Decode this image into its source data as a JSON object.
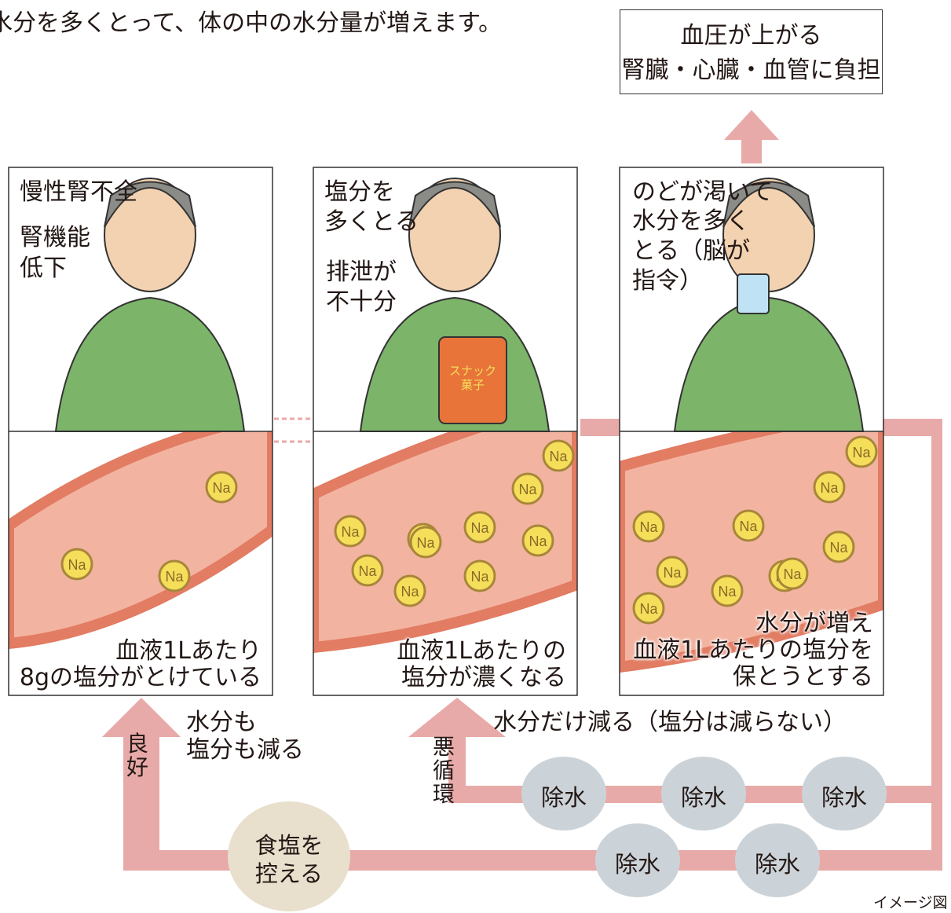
{
  "colors": {
    "flow_arrow": "#e8aaa8",
    "vessel_wall": "#e27c63",
    "blood": "#f2b4a0",
    "sodium_fill": "#f5de5a",
    "sodium_stroke": "#a8863a",
    "water_circle": "#ccd3d8",
    "salt_circle": "#e8dfcc",
    "shirt": "#7cb46a",
    "skin": "#f3d2b1",
    "hair": "#8b8b87"
  },
  "header": {
    "intro_text": "水分を多くとって、体の中の水分量が増えます。",
    "outcome_line1": "血圧が上がる",
    "outcome_line2": "腎臓・心臓・血管に負担"
  },
  "panels": [
    {
      "top_lines": [
        "慢性腎不全"
      ],
      "sub_lines": [
        "腎機能",
        "低下"
      ],
      "bottom_lines": [
        "血液1Lあたり",
        "8gの塩分がとけている"
      ],
      "sodium_count": 3
    },
    {
      "top_lines": [
        "塩分を",
        "多くとる"
      ],
      "sub_lines": [
        "排泄が",
        "不十分"
      ],
      "bottom_lines": [
        "血液1Lあたりの",
        "塩分が濃くなる"
      ],
      "snack_label_line1": "スナック",
      "snack_label_line2": "菓子",
      "sodium_count": 10
    },
    {
      "top_lines": [
        "のどが渇いて",
        "水分を多く",
        "とる（脳が",
        "指令）"
      ],
      "bottom_lines": [
        "水分が増え",
        "血液1Lあたりの塩分を",
        "保とうとする"
      ],
      "sodium_count": 10
    }
  ],
  "sodium_symbol": "Na",
  "flow": {
    "good_label": "良好",
    "good_caption_line1": "水分も",
    "good_caption_line2": "塩分も減る",
    "vicious_label": "悪循環",
    "vicious_caption": "水分だけ減る（塩分は減らない）",
    "salt_circle_line1": "食塩を",
    "salt_circle_line2": "控える",
    "dialysis_label": "除水",
    "dialysis_count_upper": 3,
    "dialysis_count_lower": 2
  },
  "footer": {
    "note": "イメージ図"
  }
}
